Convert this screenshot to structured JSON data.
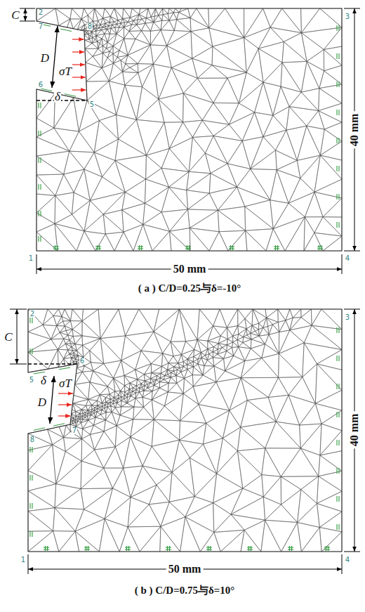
{
  "diagram": {
    "labels": [
      "C",
      "D",
      "σT",
      "δ",
      "1",
      "2",
      "3",
      "4",
      "5",
      "6",
      "7",
      "8",
      "40 mm",
      "50 mm",
      "( a ) C/D=0.25与δ=-10°",
      "C",
      "D",
      "σT",
      "δ",
      "1",
      "2",
      "3",
      "4",
      "5",
      "6",
      "7",
      "8",
      "40 mm",
      "50 mm",
      "( b ) C/D=0.75与δ=10°"
    ]
  }
}
